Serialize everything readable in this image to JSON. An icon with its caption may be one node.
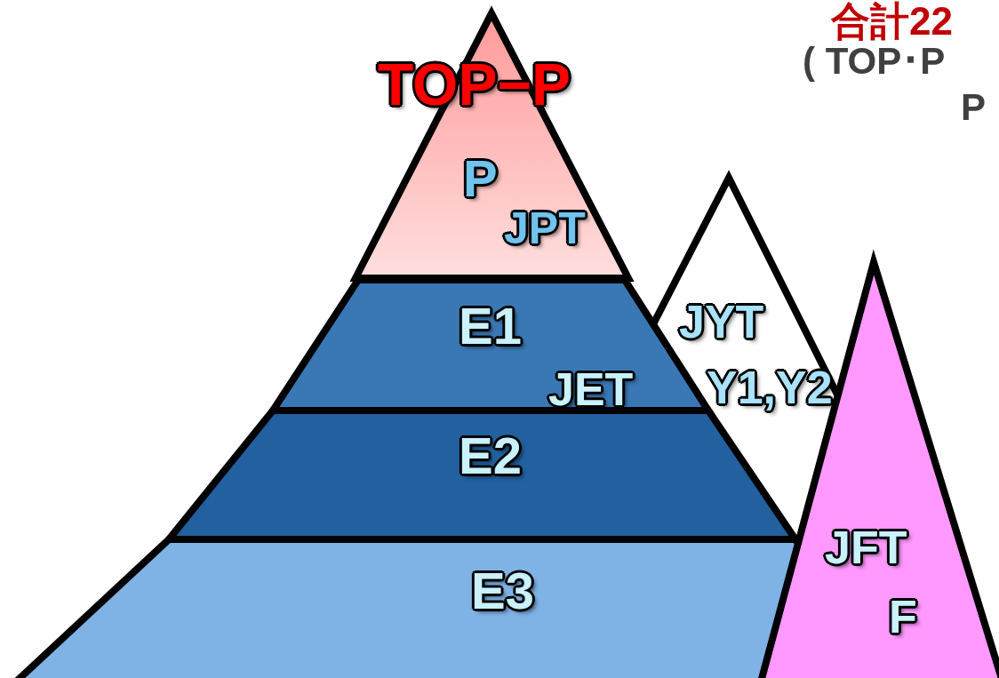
{
  "diagram": {
    "nodes": [
      {
        "text": [
          "TOP−P",
          "P",
          "JPT"
        ]
      },
      {
        "text": [
          "E1",
          "JET"
        ]
      },
      {
        "text": [
          "E2"
        ]
      },
      {
        "text": [
          "E3"
        ]
      },
      {
        "text": [
          "JYT",
          "Y1,Y2"
        ]
      },
      {
        "text": [
          "JFT",
          "F"
        ]
      }
    ],
    "labels": [
      "合計22",
      "( TOP･P",
      "P"
    ]
  }
}
